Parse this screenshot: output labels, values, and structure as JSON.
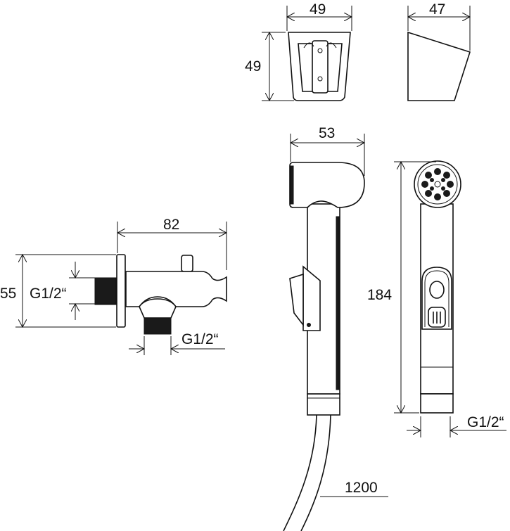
{
  "dimensions": {
    "holder_width": "49",
    "holder_height": "49",
    "holder_depth": "47",
    "valve_length": "82",
    "valve_height": "55",
    "valve_inlet_thread": "G1/2“",
    "valve_outlet_thread": "G1/2“",
    "handset_depth": "53",
    "handset_length": "184",
    "handset_thread": "G1/2“",
    "hose_length": "1200"
  }
}
